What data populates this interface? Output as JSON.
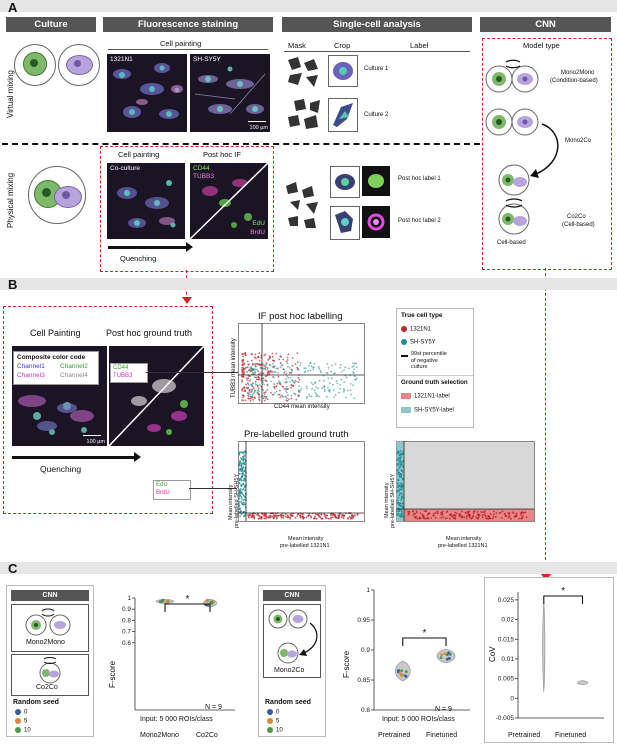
{
  "panel_a": {
    "letter": "A",
    "headers": [
      "Culture",
      "Fluorescence staining",
      "Single-cell analysis",
      "CNN"
    ],
    "cell_painting": "Cell painting",
    "cell_line_1": "1321N1",
    "cell_line_2": "SH-SY5Y",
    "scale": "100 µm",
    "mask": "Mask",
    "crop": "Crop",
    "label": "Label",
    "culture_1": "Culture 1",
    "culture_2": "Culture 2",
    "model_type": "Model type",
    "mono2mono": "Mono2Mono",
    "mono2mono_sub": "(Condition-based)",
    "mono2co": "Mono2Co",
    "co2co": "Co2Co",
    "co2co_sub": "(Cell-based)",
    "cell_based": "Cell-based",
    "virtual_mixing": "Virtual mixing",
    "physical_mixing": "Physical mixing",
    "post_hoc_if": "Post hoc IF",
    "co_culture": "Co-culture",
    "cd44": "CD44",
    "tubb3": "TUBB3",
    "edu": "EdU",
    "brdu": "BrdU",
    "quenching": "Quenching",
    "post_hoc_label_1": "Post hoc label 1",
    "post_hoc_label_2": "Post hoc label 2"
  },
  "panel_b": {
    "letter": "B",
    "cell_painting": "Cell Painting",
    "ground_truth": "Post hoc ground truth",
    "composite": "Composite color code",
    "channels": [
      "Channel1",
      "Channel2",
      "Channel3",
      "Channel4"
    ],
    "cd44": "CD44",
    "tubb3": "TUBB3",
    "edu": "EdU",
    "brdu": "BrdU",
    "scale": "100 µm",
    "quenching": "Quenching",
    "if_title": "IF post hoc labelling",
    "if_ylabel": "TUBB3 mean intensity",
    "if_xlabel": "CD44 mean intensity",
    "pre_title": "Pre-labelled ground truth",
    "pre_ylabel_1": "Mean intensity",
    "pre_ylabel_2": "pre-labelled SH-SH5Y",
    "pre_xlabel_1": "Mean intensity",
    "pre_xlabel_2": "pre-labelled 1321N1",
    "r_ylabel_1": "Mean intensity",
    "r_ylabel_2": "pre-labelled SH-SH5Y",
    "true_cell_type": "True cell type",
    "legend_1321": "1321N1",
    "legend_shsy": "SH-SY5Y",
    "legend_pct_1": "99st percentile",
    "legend_pct_2": "of negative",
    "legend_pct_3": "culture",
    "gt_selection": "Ground truth selection",
    "gt_1321": "1321N1-label",
    "gt_shsy": "SH-SY5Y-label",
    "colors": {
      "n1321": "#c0272d",
      "shsy": "#1f8f94",
      "gt_red": "#e58787",
      "gt_teal": "#8fc7c9"
    }
  },
  "panel_c": {
    "letter": "C",
    "cnn": "CNN",
    "mono2mono": "Mono2Mono",
    "co2co": "Co2Co",
    "mono2co": "Mono2Co",
    "random_seed": "Random seed",
    "seeds": [
      "0",
      "5",
      "10"
    ],
    "seed_colors": [
      "#3b5ba5",
      "#d9893a",
      "#4a9a4a"
    ],
    "star": "*",
    "n": "N = 9",
    "input_note": "Input: 5 000 ROIs/class",
    "fscore": "F-score",
    "cov": "CoV"
  },
  "chart_data": [
    {
      "type": "violin",
      "categories": [
        "Mono2Mono",
        "Co2Co"
      ],
      "ylabel": "F-score",
      "ylim": [
        0,
        1.0
      ],
      "yticks": [
        0.6,
        0.7,
        0.8,
        0.9,
        1.0
      ],
      "series": [
        {
          "values": [
            0.97,
            0.955
          ]
        }
      ],
      "annotation": "*"
    },
    {
      "type": "violin",
      "categories": [
        "Pretrained",
        "Finetuned"
      ],
      "ylabel": "F-score",
      "ylim": [
        0.8,
        1.0
      ],
      "yticks": [
        0.8,
        0.85,
        0.9,
        0.95,
        1.0
      ],
      "series": [
        {
          "values": [
            0.865,
            0.89
          ]
        }
      ],
      "annotation": "*"
    },
    {
      "type": "violin",
      "categories": [
        "Pretrained",
        "Finetuned"
      ],
      "ylabel": "CoV",
      "ylim": [
        -0.005,
        0.027
      ],
      "yticks": [
        -0.005,
        0.0,
        0.005,
        0.01,
        0.015,
        0.02,
        0.025
      ],
      "series": [
        {
          "values": [
            0.013,
            0.004
          ]
        }
      ],
      "annotation": "*"
    }
  ]
}
